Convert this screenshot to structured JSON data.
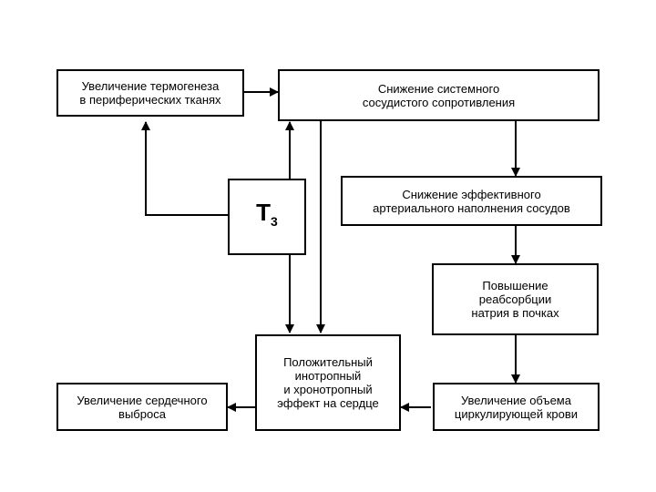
{
  "nodes": {
    "thermogenesis": "Увеличение термогенеза\nв периферических тканях",
    "resistance": "Снижение системного\nсосудистого сопротивления",
    "effective_filling": "Снижение эффективного\nартериального наполнения сосудов",
    "t3_main": "T",
    "t3_sub": "3",
    "sodium": "Повышение\nреабсорбции\nнатрия в почках",
    "inotropic": "Положительный\nинотропный\nи хронотропный\nэффект на сердце",
    "cardiac_output": "Увеличение сердечного\nвыброса",
    "blood_volume": "Увеличение объема\nциркулирующей крови"
  }
}
